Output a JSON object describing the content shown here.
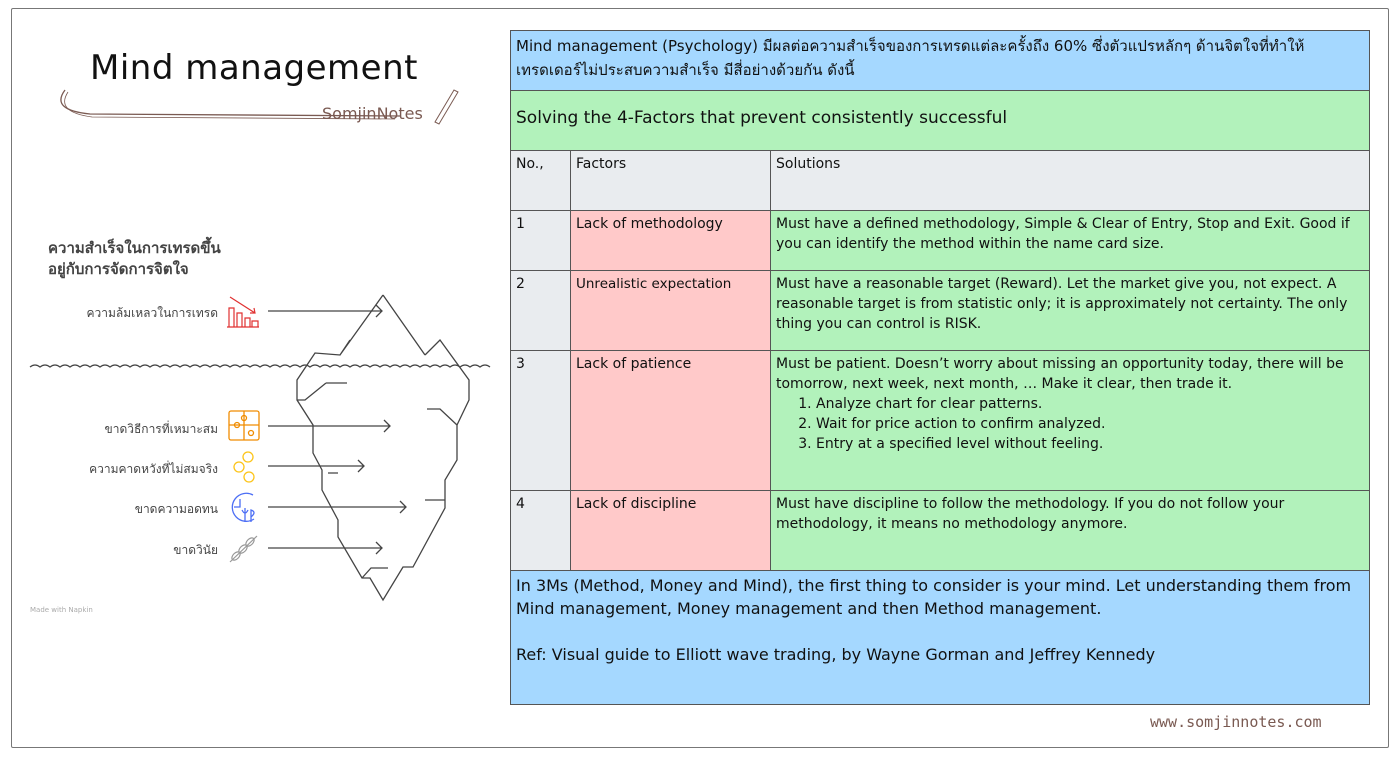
{
  "header": {
    "title": "Mind management",
    "brand": "SomjinNotes"
  },
  "diagram": {
    "heading_line1": "ความสำเร็จในการเทรดขึ้น",
    "heading_line2": "อยู่กับการจัดการจิตใจ",
    "above_water": {
      "label": "ความล้มเหลวในการเทรด",
      "icon": "declining-chart-icon"
    },
    "below_water": [
      {
        "label": "ขาดวิธีการที่เหมาะสม",
        "icon": "puzzle-icon"
      },
      {
        "label": "ความคาดหวังที่ไม่สมจริง",
        "icon": "linked-circles-icon"
      },
      {
        "label": "ขาดความอดทน",
        "icon": "clock-icon"
      },
      {
        "label": "ขาดวินัย",
        "icon": "chain-icon"
      }
    ],
    "made_with": "Made with  Napkin"
  },
  "table": {
    "intro": "Mind management (Psychology) มีผลต่อความสำเร็จของการเทรดแต่ละครั้งถึง 60% ซึ่งตัวแปรหลักๆ ด้านจิตใจที่ทำให้เทรดเดอร์ไม่ประสบความสำเร็จ มีสี่อย่างด้วยกัน ดังนี้",
    "subtitle": "Solving the 4-Factors that prevent consistently successful",
    "columns": [
      "No.,",
      "Factors",
      "Solutions"
    ],
    "rows": [
      {
        "no": "1",
        "factor": "Lack of methodology",
        "solution": "Must have a defined methodology, Simple & Clear of Entry, Stop and Exit. Good if you can identify the method within the name card size."
      },
      {
        "no": "2",
        "factor": "Unrealistic expectation",
        "solution": "Must have a reasonable target (Reward). Let the market give you, not expect. A reasonable target is from statistic only; it is approximately not certainty. The only thing you can control is RISK."
      },
      {
        "no": "3",
        "factor": "Lack of patience",
        "solution": "Must be patient. Doesn’t worry about missing an opportunity today, there will be tomorrow, next week, next month, … Make it clear, then trade it.",
        "steps": [
          "Analyze chart for clear patterns.",
          "Wait for price action to confirm analyzed.",
          "Entry at a specified level without feeling."
        ]
      },
      {
        "no": "4",
        "factor": "Lack of discipline",
        "solution": "Must have discipline to follow the methodology. If you do not follow your methodology, it means no methodology anymore."
      }
    ],
    "footer": "In 3Ms (Method, Money and Mind), the first thing to consider is your mind. Let understanding them from Mind management, Money management and then Method management.",
    "ref": "Ref: Visual guide to Elliott wave trading, by Wayne Gorman and Jeffrey Kennedy"
  },
  "website": "www.somjinnotes.com",
  "colors": {
    "blue": "#a5d8ff",
    "green": "#b2f2bb",
    "red": "#ffc9c9",
    "gray": "#e9ecef",
    "brand": "#7a5a52"
  }
}
